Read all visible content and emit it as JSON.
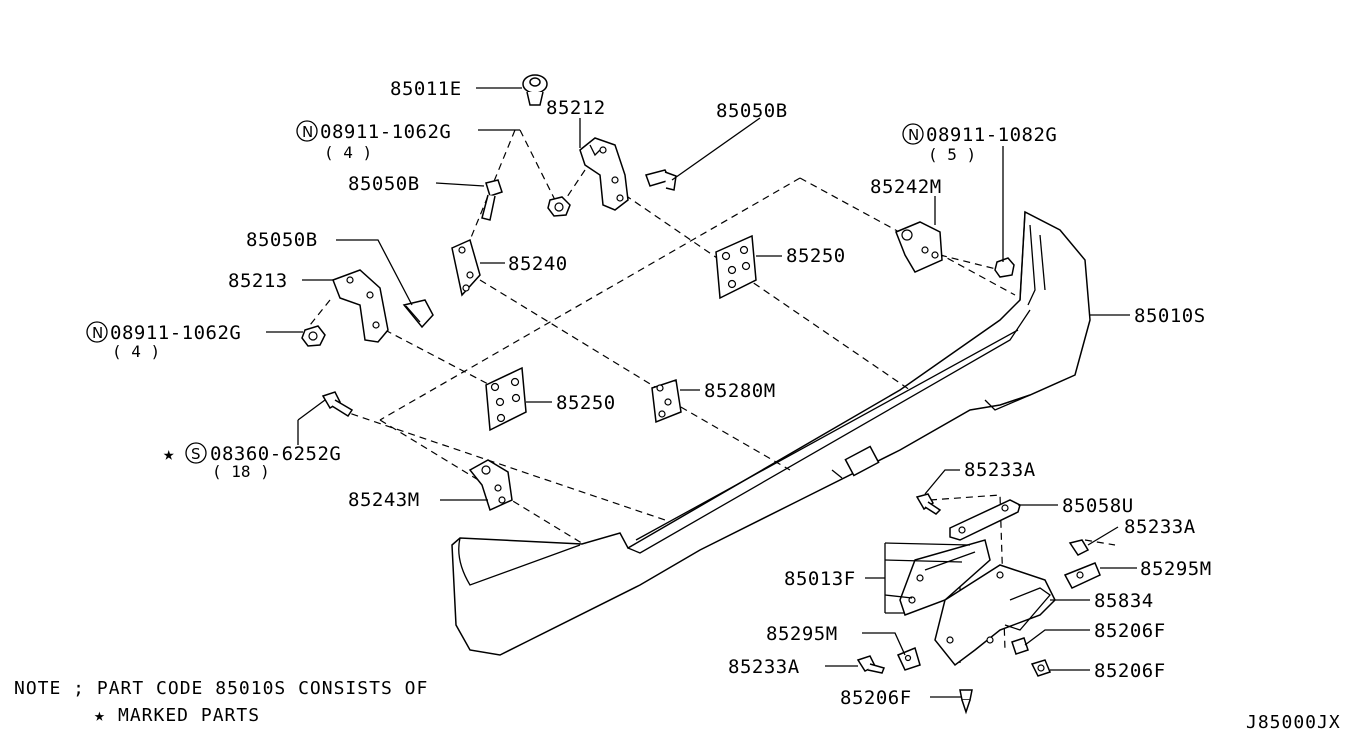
{
  "labels": {
    "p85011E": "85011E",
    "p85212": "85212",
    "p85050B_top": "85050B",
    "n08911_1062G_a": "08911-1062G",
    "qty4_a": "( 4 )",
    "p85050B_mid": "85050B",
    "n08911_1082G": "08911-1082G",
    "qty5": "( 5 )",
    "p85242M": "85242M",
    "p85050B_left": "85050B",
    "p85240": "85240",
    "p85250_a": "85250",
    "p85213": "85213",
    "p85010S": "85010S",
    "n08911_1062G_b": "08911-1062G",
    "qty4_b": "( 4 )",
    "p85280M": "85280M",
    "p85250_b": "85250",
    "s08360_6252G": "08360-6252G",
    "qty18": "( 18 )",
    "p85243M": "85243M",
    "p85233A_a": "85233A",
    "p85058U": "85058U",
    "p85233A_b": "85233A",
    "p85295M_a": "85295M",
    "p85013F": "85013F",
    "p85834": "85834",
    "p85295M_b": "85295M",
    "p85206F_a": "85206F",
    "p85233A_c": "85233A",
    "p85206F_b": "85206F",
    "p85206F_c": "85206F"
  },
  "symbols": {
    "N": "N",
    "S": "S",
    "star": "★"
  },
  "note": {
    "line1": "NOTE ; PART CODE 85010S CONSISTS OF",
    "line2": "MARKED PARTS"
  },
  "diagram_code": "J85000JX"
}
